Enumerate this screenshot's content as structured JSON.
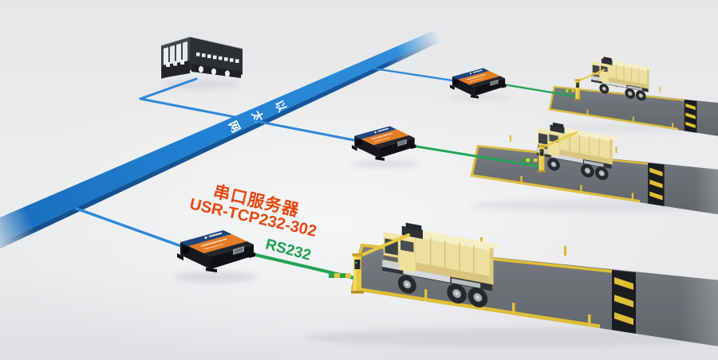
{
  "diagram": {
    "heading": {
      "line1": "串口服务器",
      "line2": "USR-TCP232-302"
    },
    "labels": {
      "serial_link": "RS232",
      "network": "以太网",
      "network_chars": [
        "以",
        "太",
        "网"
      ]
    },
    "colors": {
      "ethernet_band_blue": "#2180d2",
      "cable_blue": "#2e87d8",
      "rs232_green": "#23a455",
      "heading_red": "#e8470e",
      "truck_yellow": "#ecdf9f",
      "road_gray": "#6d7076",
      "safety_yellow": "#e0bf35",
      "device_label_orange": "#e67c22",
      "device_top_navy": "#20457c"
    },
    "scene": {
      "control_room": "monitoring-room",
      "backbone": "ethernet-band",
      "station_count": 3,
      "stations": [
        {
          "device": "serial-server",
          "link": "RS232",
          "equipment": "truck-weighbridge"
        },
        {
          "device": "serial-server",
          "link": "RS232",
          "equipment": "truck-weighbridge"
        },
        {
          "device": "serial-server",
          "link": "RS232",
          "equipment": "truck-weighbridge"
        }
      ]
    }
  }
}
